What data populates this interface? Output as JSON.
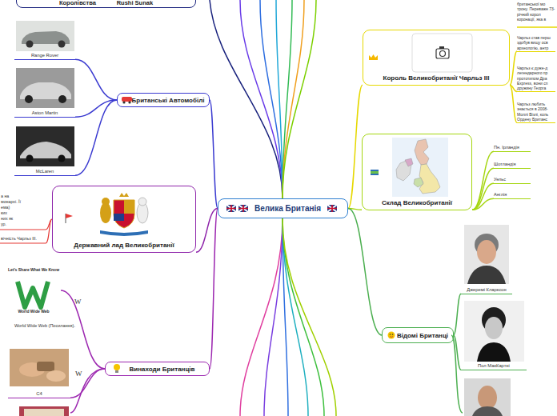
{
  "diagram": {
    "nodes": [
      {
        "text": [
          "Велика Британія"
        ]
      },
      {
        "text": [
          "Королівства",
          "Rushi Sunak"
        ]
      },
      {
        "text": [
          "Британські Автомобілі"
        ]
      },
      {
        "text": [
          "Range Rover"
        ]
      },
      {
        "text": [
          "Aston Martin"
        ]
      },
      {
        "text": [
          "McLaren"
        ]
      },
      {
        "text": [
          "Державний лад Великобританії"
        ]
      },
      {
        "text": [
          "Винаходи Британців"
        ]
      },
      {
        "text": [
          "Let's Share What We Know",
          "World Wide Web"
        ]
      },
      {
        "text": [
          "C4"
        ]
      },
      {
        "text": [
          "Король Великобританії Чарльз III"
        ]
      },
      {
        "text": [
          "Чарльз став перш здобув вищу осв археологію, антр"
        ]
      },
      {
        "text": [
          "Чарльз є дуже-д легендарного пр прототипом Дра Express, вони сп дружину Георга"
        ]
      },
      {
        "text": [
          "Чарльз любить знається в 2008- Моллі Візлі, коль Ордену Британс"
        ]
      },
      {
        "text": [
          "Склад Великобританії"
        ]
      },
      {
        "text": [
          "Пн. Ірландія"
        ]
      },
      {
        "text": [
          "Шотландія"
        ]
      },
      {
        "text": [
          "Уельс"
        ]
      },
      {
        "text": [
          "Англія"
        ]
      },
      {
        "text": [
          "Відомі Британці"
        ]
      },
      {
        "text": [
          "Джеремі Кларксон"
        ]
      },
      {
        "text": [
          "Пол МакКартні"
        ]
      }
    ],
    "edges": [
      {
        "from": 0,
        "to": 2,
        "arrow": "none"
      },
      {
        "from": 2,
        "to": 3,
        "arrow": "none"
      },
      {
        "from": 2,
        "to": 4,
        "arrow": "none"
      },
      {
        "from": 2,
        "to": 5,
        "arrow": "none"
      },
      {
        "from": 0,
        "to": 6,
        "arrow": "none"
      },
      {
        "from": 0,
        "to": 7,
        "arrow": "none"
      },
      {
        "from": 7,
        "to": 8,
        "arrow": "none"
      },
      {
        "from": 7,
        "to": 9,
        "arrow": "none"
      },
      {
        "from": 0,
        "to": 10,
        "arrow": "none"
      },
      {
        "from": 10,
        "to": 11,
        "arrow": "none"
      },
      {
        "from": 10,
        "to": 12,
        "arrow": "none"
      },
      {
        "from": 10,
        "to": 13,
        "arrow": "none"
      },
      {
        "from": 0,
        "to": 14,
        "arrow": "none"
      },
      {
        "from": 14,
        "to": 15,
        "arrow": "none"
      },
      {
        "from": 14,
        "to": 16,
        "arrow": "none"
      },
      {
        "from": 14,
        "to": 17,
        "arrow": "none"
      },
      {
        "from": 14,
        "to": 18,
        "arrow": "none"
      },
      {
        "from": 0,
        "to": 19,
        "arrow": "none"
      },
      {
        "from": 19,
        "to": 20,
        "arrow": "none"
      },
      {
        "from": 19,
        "to": 21,
        "arrow": "none"
      }
    ],
    "labels": [
      "британської мо трону. Переважн 73-річний корол коронації, яка в",
      "а на",
      "монархі. Її",
      "ема)",
      "ких",
      "них як",
      "ур.",
      "вічність Чарльз III.",
      "W",
      "World Wide Web (Посилання).",
      "W"
    ]
  }
}
